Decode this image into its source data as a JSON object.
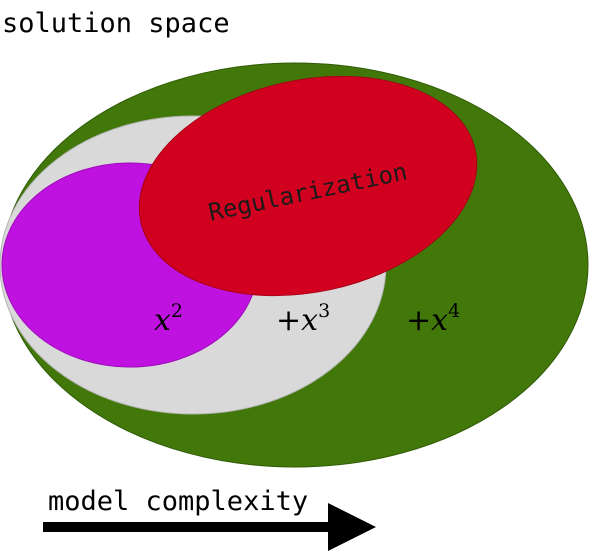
{
  "title": "solution space",
  "regions": {
    "outer": {
      "label_prefix": "+",
      "label_var": "x",
      "label_exp": "4",
      "color": "#42780a"
    },
    "middle": {
      "label_prefix": "+",
      "label_var": "x",
      "label_exp": "3",
      "color": "#d9d9d9"
    },
    "inner": {
      "label_prefix": "",
      "label_var": "x",
      "label_exp": "2",
      "color": "#bf12e1"
    },
    "regularization": {
      "label": "Regularization",
      "color": "#d0001e"
    }
  },
  "axis": {
    "label": "model complexity",
    "arrow_color": "#000000"
  }
}
